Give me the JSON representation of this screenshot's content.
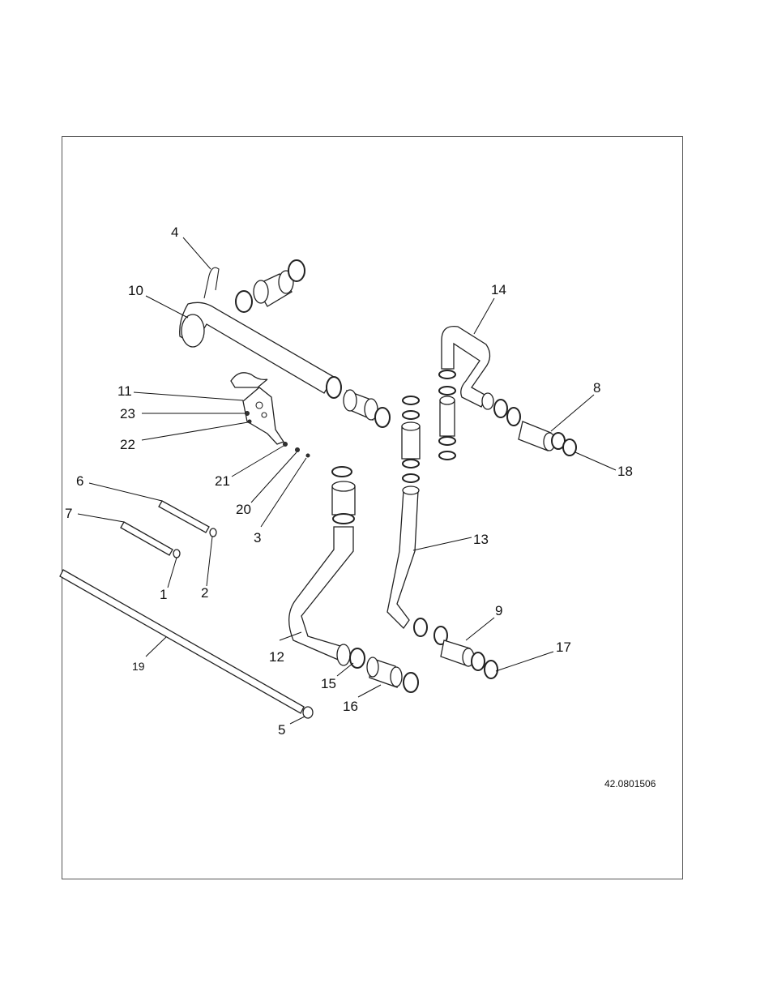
{
  "diagram": {
    "figure_id": "42.0801506",
    "callouts": [
      "1",
      "2",
      "3",
      "4",
      "5",
      "6",
      "7",
      "8",
      "9",
      "10",
      "11",
      "12",
      "13",
      "14",
      "15",
      "16",
      "17",
      "18",
      "19",
      "20",
      "21",
      "22",
      "23"
    ]
  },
  "colors": {
    "line": "#222222",
    "background": "#ffffff"
  }
}
